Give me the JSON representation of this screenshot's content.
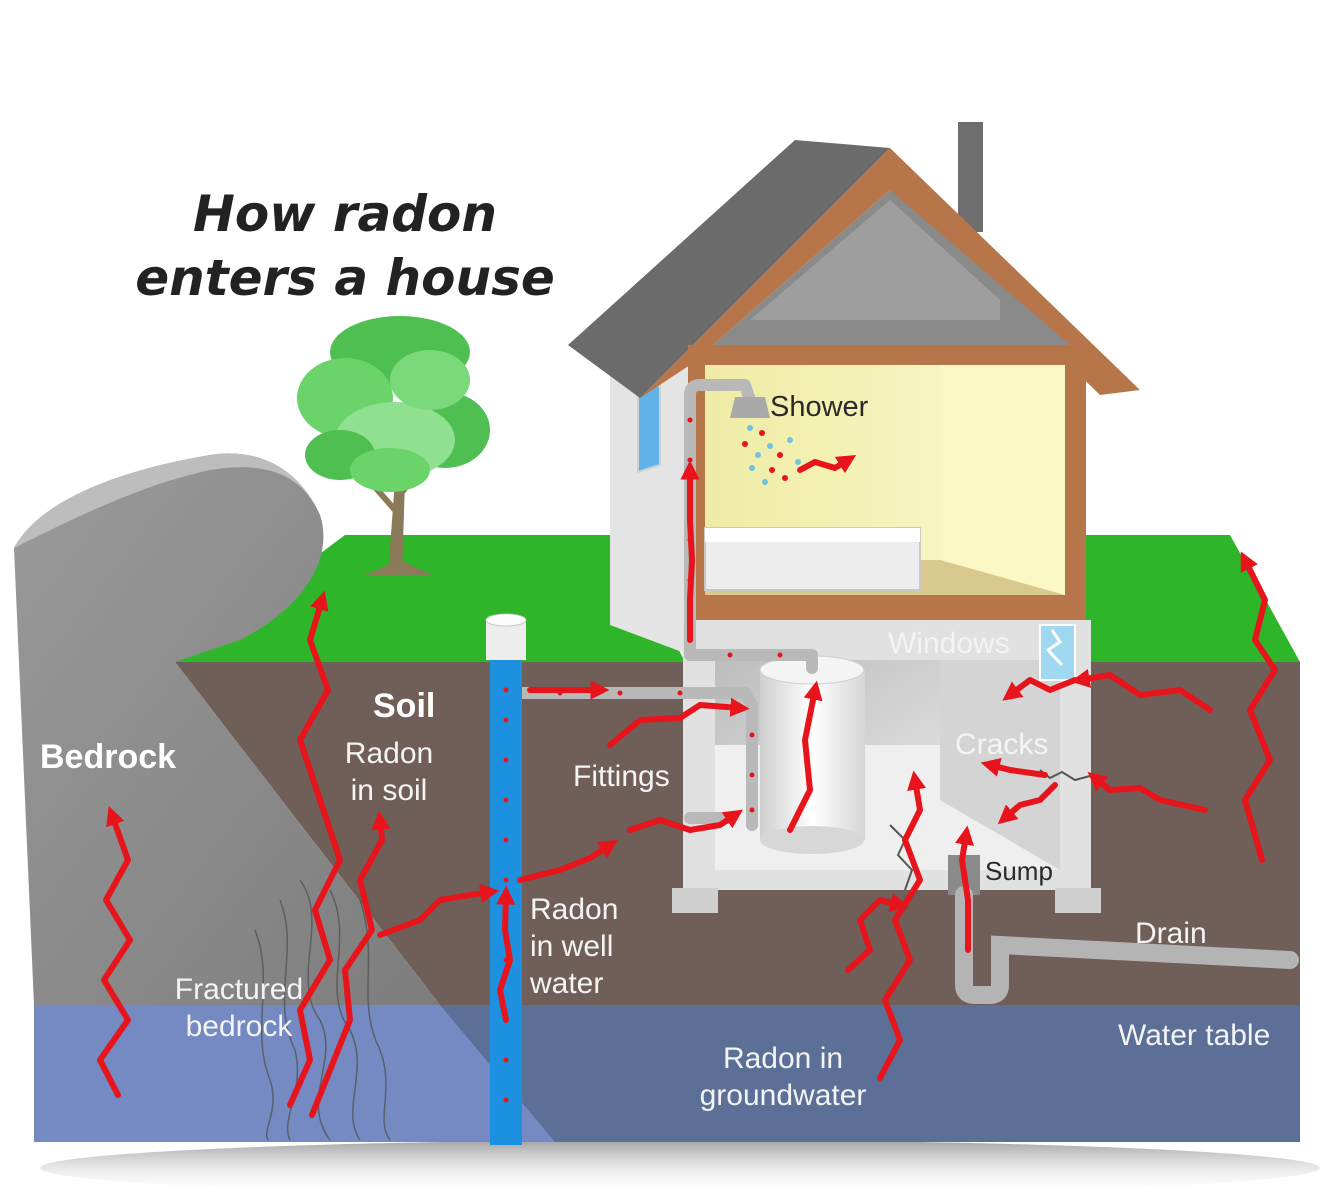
{
  "title_line1": "How radon",
  "title_line2": "enters a house",
  "labels": {
    "shower": "Shower",
    "windows": "Windows",
    "cracks": "Cracks",
    "sump": "Sump",
    "drain": "Drain",
    "water_table": "Water table",
    "fittings": "Fittings",
    "soil": "Soil",
    "bedrock": "Bedrock",
    "radon_in_soil_line1": "Radon",
    "radon_in_soil_line2": "in soil",
    "radon_in_well_water_line1": "Radon",
    "radon_in_well_water_line2": "in well",
    "radon_in_well_water_line3": "water",
    "fractured_bedrock_line1": "Fractured",
    "fractured_bedrock_line2": "bedrock",
    "radon_in_groundwater_line1": "Radon in",
    "radon_in_groundwater_line2": "groundwater"
  },
  "colors": {
    "radon_arrow": "#e8141c",
    "soil": "#6f5f58",
    "groundwater": "#5b6f97",
    "grass": "#2fb52a",
    "bedrock": "#8e8e8e",
    "well_pipe": "#1e90e0",
    "roof": "#6b6b6b",
    "house_wall": "#e4e4e4",
    "room_interior": "#f2efb0",
    "wood_frame": "#b7764a"
  }
}
